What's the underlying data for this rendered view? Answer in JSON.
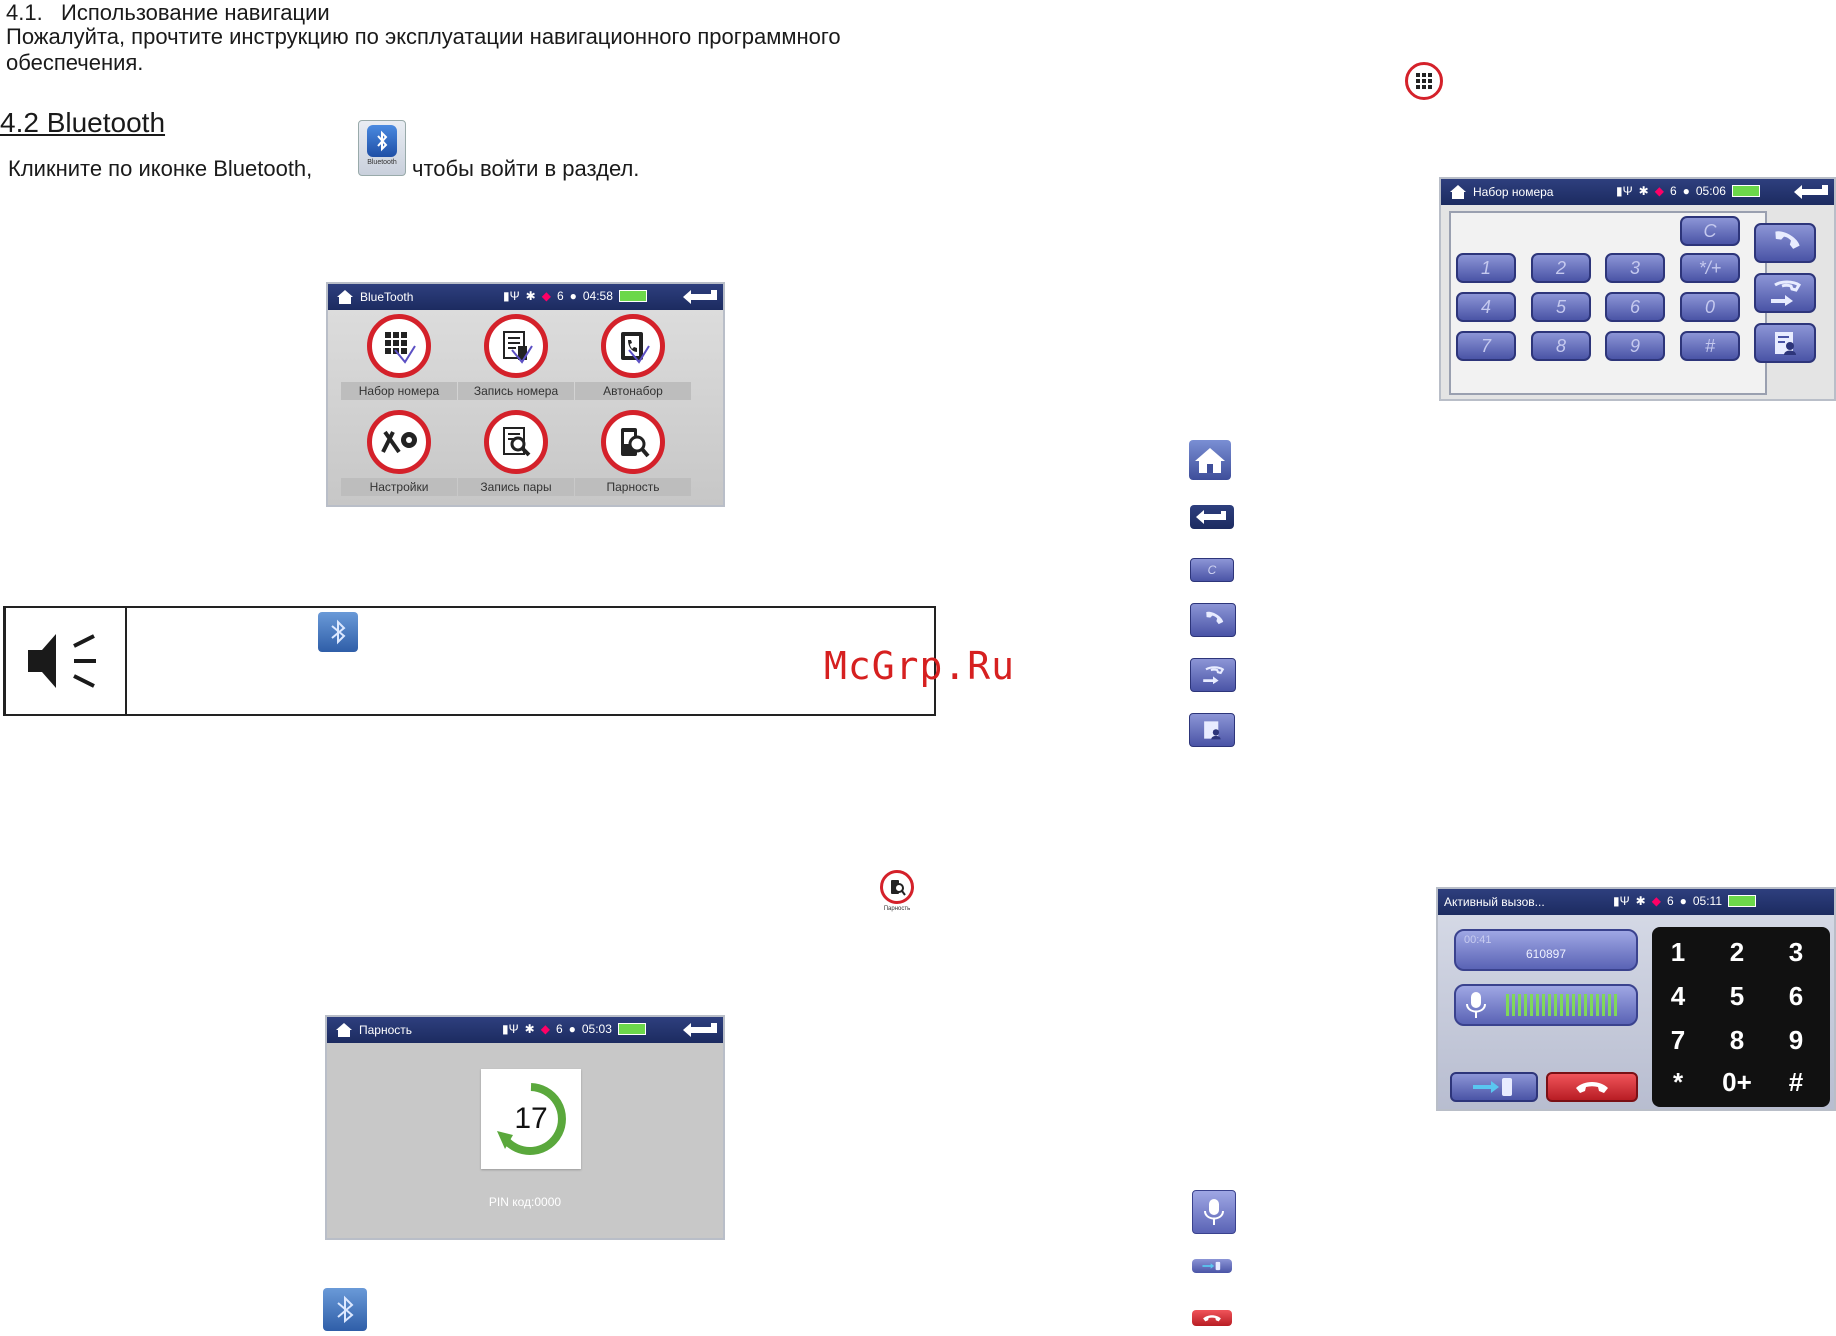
{
  "section_4_1": {
    "number": "4.1.",
    "heading": "Использование навигации",
    "body_line1": "Пожалуйта, прочтите инструкцию по эксплуатации навигационного программного",
    "body_line2": "обеспечения."
  },
  "section_4_2": {
    "heading": "4.2 Bluetooth",
    "instruction_before": "Кликните по иконке Bluetooth,",
    "bt_icon_caption": "Bluetooth",
    "instruction_after": "чтобы войти в раздел."
  },
  "bt_menu_screen": {
    "title": "BlueTooth",
    "signal": "6",
    "time": "04:58",
    "items": [
      {
        "label": "Набор номера",
        "icon": "keypad-icon"
      },
      {
        "label": "Запись номера",
        "icon": "phonebook-icon"
      },
      {
        "label": "Автонабор",
        "icon": "autodial-icon"
      },
      {
        "label": "Настройки",
        "icon": "settings-icon"
      },
      {
        "label": "Запись пары",
        "icon": "pair-record-icon"
      },
      {
        "label": "Парность",
        "icon": "pairing-icon"
      }
    ]
  },
  "note": {
    "icon": "speaker-icon"
  },
  "watermark": "McGrp.Ru",
  "pairing_small_caption": "Парность",
  "pairing_screen": {
    "title": "Парность",
    "signal": "6",
    "time": "05:03",
    "countdown": "17",
    "pin": "PIN код:0000"
  },
  "dial_screen": {
    "title": "Набор номера",
    "signal": "6",
    "time": "05:06",
    "clear_key": "C",
    "keys": [
      "1",
      "2",
      "3",
      "*/+",
      "4",
      "5",
      "6",
      "0",
      "7",
      "8",
      "9",
      "#"
    ]
  },
  "dial_legend_icons": [
    "home-icon",
    "back-arrow-icon",
    "clear-icon",
    "call-icon",
    "redial-icon",
    "contacts-icon"
  ],
  "active_call_screen": {
    "title": "Активный вызов...",
    "signal": "6",
    "time": "05:11",
    "duration": "00:41",
    "number": "610897",
    "keys": [
      "1",
      "2",
      "3",
      "4",
      "5",
      "6",
      "7",
      "8",
      "9",
      "*",
      "0+",
      "#"
    ]
  },
  "call_legend_icons": [
    "microphone-icon",
    "transfer-to-phone-icon",
    "hang-up-icon"
  ],
  "colors": {
    "titlebar": "#1c2b60",
    "ring_red": "#d4212a",
    "key_blue": "#4a54a6",
    "watermark_red": "#d62020"
  }
}
